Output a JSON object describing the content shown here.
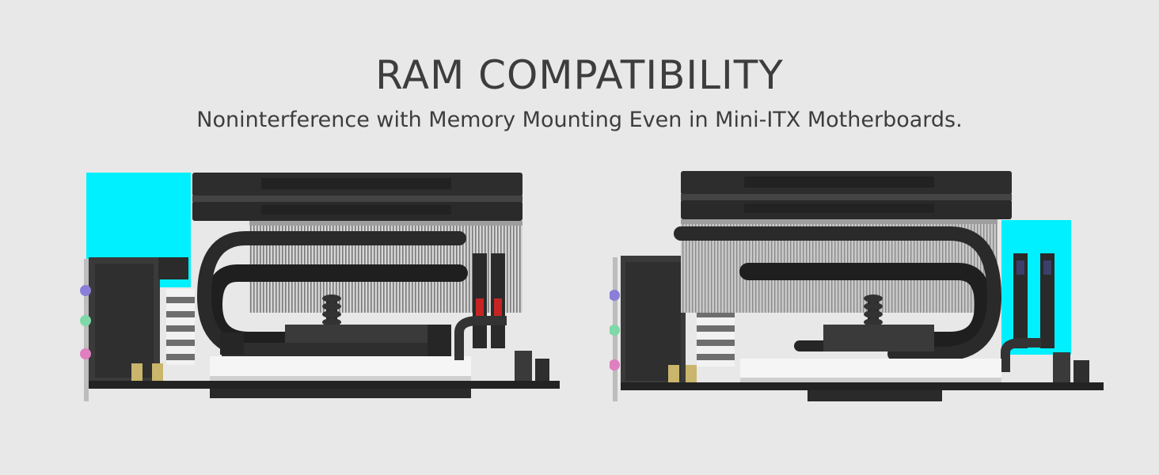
{
  "header": {
    "title": "RAM COMPATIBILITY",
    "subtitle": "Noninterference with Memory Mounting Even in Mini-ITX Motherboards."
  },
  "colors": {
    "background": "#e8e8e8",
    "text": "#3d3d3d",
    "clearance_highlight": "#00f0ff",
    "cooler_dark": "#2b2b2b",
    "board": "#232323"
  },
  "illustrations": [
    {
      "name": "cooler-left-view",
      "clearance": "io-side"
    },
    {
      "name": "cooler-right-view",
      "clearance": "ram-side"
    }
  ]
}
